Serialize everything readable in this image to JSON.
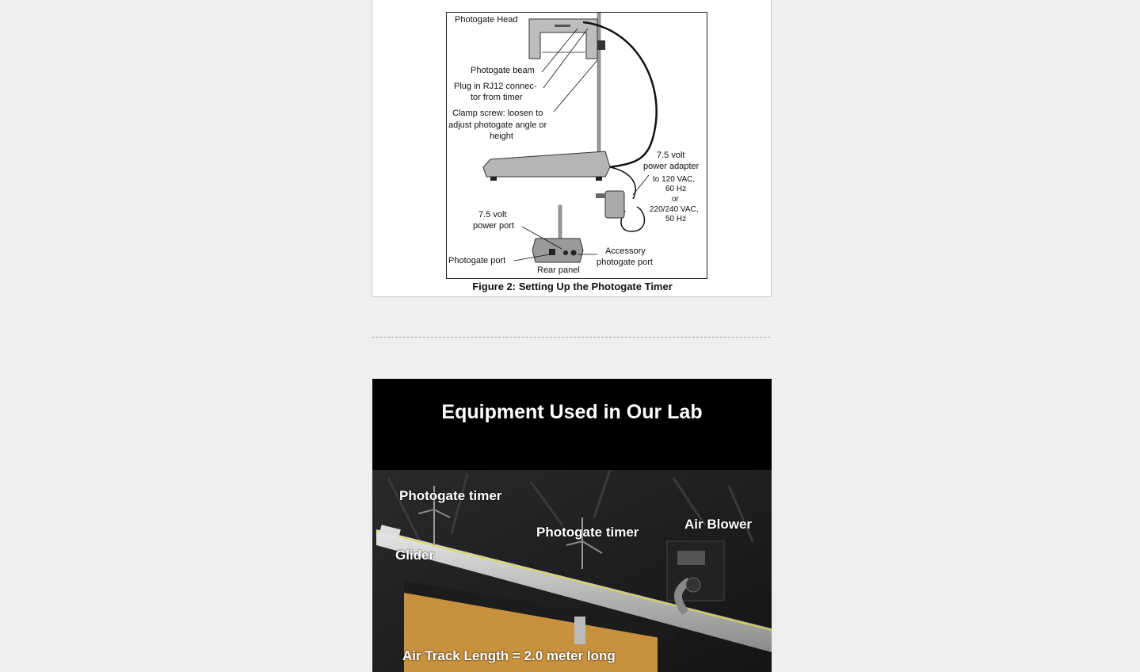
{
  "figure": {
    "labels": {
      "photogate_head": "Photogate Head",
      "photogate_beam": "Photogate beam",
      "plug_in": "Plug in RJ12 connec-",
      "plug_in_2": "tor from timer",
      "clamp_1": "Clamp screw: loosen to",
      "clamp_2": "adjust photogate angle or",
      "clamp_3": "height",
      "adapter_1": "7.5 volt",
      "adapter_2": "power adapter",
      "vac_1": "to 120 VAC,",
      "vac_2": "60 Hz",
      "vac_3": "or",
      "vac_4": "220/240 VAC,",
      "vac_5": "50 Hz",
      "power_port_1": "7.5 volt",
      "power_port_2": "power port",
      "photogate_port": "Photogate port",
      "accessory_1": "Accessory",
      "accessory_2": "photogate port",
      "rear_panel": "Rear panel"
    },
    "caption": "Figure 2:  Setting Up the Photogate Timer"
  },
  "slide": {
    "title": "Equipment Used in Our Lab",
    "labels": {
      "photogate_timer_1": "Photogate timer",
      "photogate_timer_2": "Photogate timer",
      "air_blower": "Air Blower",
      "glider": "Glider",
      "track_length": "Air Track Length = 2.0 meter long"
    }
  }
}
